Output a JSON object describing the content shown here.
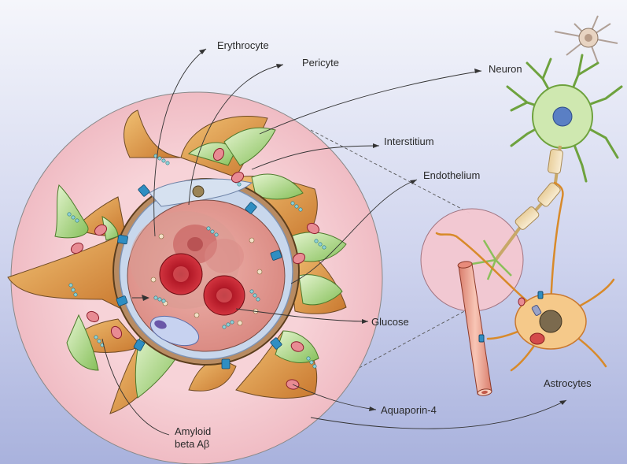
{
  "labels": {
    "erythrocyte": "Erythrocyte",
    "pericyte": "Pericyte",
    "neuron": "Neuron",
    "interstitium": "Interstitium",
    "endothelium": "Endothelium",
    "glucose": "Glucose",
    "astrocytes": "Astrocytes",
    "aquaporin": "Aquaporin-4",
    "amyloid_line1": "Amyloid",
    "amyloid_line2": "beta Aβ"
  },
  "colors": {
    "background_top": "#f4f5fb",
    "background_bottom": "#aab3de",
    "zoom_circle": "#f6cfd4",
    "astrocyte_endfoot": "#e2a04a",
    "astrocyte_green": "#9fce73",
    "erythrocyte_red": "#c2202e",
    "lumen_pink": "#e8a39f",
    "endothelium_blue": "#bcd0e8",
    "aquaporin_blue": "#2f8ec2",
    "glucose_teal": "#7fc8d0",
    "neuron_green": "#86bd52",
    "neuron_nucleus": "#5a7fc4",
    "vessel_pink": "#f4b8a8"
  }
}
